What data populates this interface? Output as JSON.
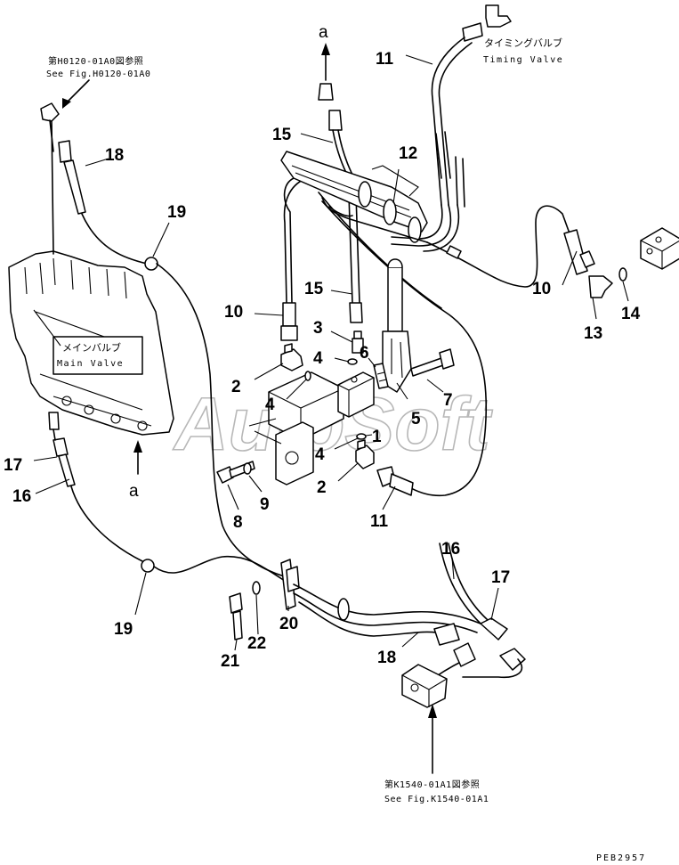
{
  "watermark": "AutoSoft",
  "drawing_code": "PEB2957",
  "references": {
    "top_left_jp": "第H0120-01A0図参照",
    "top_left_en": "See Fig.H0120-01A0",
    "bottom_jp": "第K1540-01A1図参照",
    "bottom_en": "See Fig.K1540-01A1"
  },
  "components": {
    "main_valve_jp": "メインバルブ",
    "main_valve_en": "Main Valve",
    "timing_valve_jp": "タイミングバルブ",
    "timing_valve_en": "Timing Valve"
  },
  "arrow_labels": {
    "top": "a",
    "bottom": "a"
  },
  "callouts": {
    "c1": "1",
    "c2a": "2",
    "c2b": "2",
    "c3": "3",
    "c4a": "4",
    "c4b": "4",
    "c4c": "4",
    "c5": "5",
    "c6": "6",
    "c7": "7",
    "c8": "8",
    "c9": "9",
    "c10a": "10",
    "c10b": "10",
    "c11a": "11",
    "c11b": "11",
    "c12": "12",
    "c13": "13",
    "c14": "14",
    "c15a": "15",
    "c15b": "15",
    "c16a": "16",
    "c16b": "16",
    "c17a": "17",
    "c17b": "17",
    "c18a": "18",
    "c18b": "18",
    "c19a": "19",
    "c19b": "19",
    "c20": "20",
    "c21": "21",
    "c22": "22"
  }
}
